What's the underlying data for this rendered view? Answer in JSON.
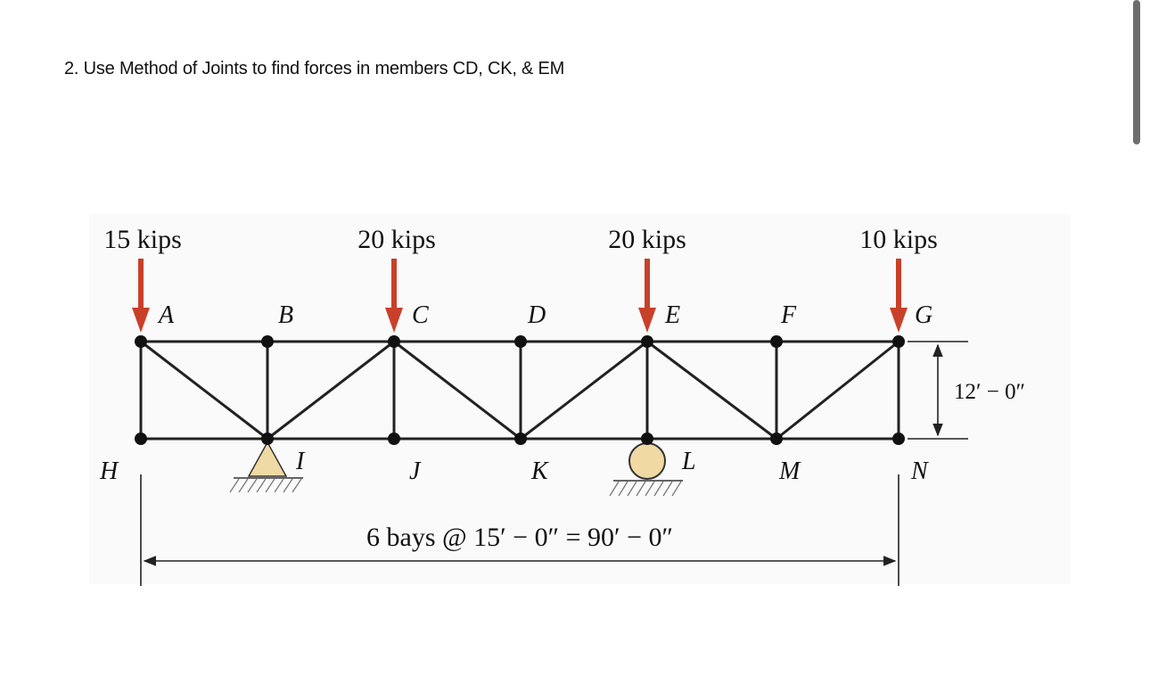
{
  "question": {
    "text": "2. Use Method of Joints to find forces in members CD, CK, & EM"
  },
  "truss": {
    "loads": [
      {
        "label": "15 kips",
        "joint": "A"
      },
      {
        "label": "20 kips",
        "joint": "C"
      },
      {
        "label": "20 kips",
        "joint": "E"
      },
      {
        "label": "10 kips",
        "joint": "G"
      }
    ],
    "top_joints": [
      "A",
      "B",
      "C",
      "D",
      "E",
      "F",
      "G"
    ],
    "bottom_joints": [
      "H",
      "I",
      "J",
      "K",
      "L",
      "M",
      "N"
    ],
    "supports": [
      {
        "type": "pin",
        "joint": "I"
      },
      {
        "type": "roller",
        "joint": "L"
      }
    ],
    "dimensions": {
      "height": "12′ − 0″",
      "span": "6 bays @ 15′ − 0″ = 90′ − 0″"
    },
    "colors": {
      "load_arrow": "#c8402a",
      "support_fill": "#f0d9a3",
      "member": "#222222",
      "background_panel": "#fafafa"
    }
  }
}
